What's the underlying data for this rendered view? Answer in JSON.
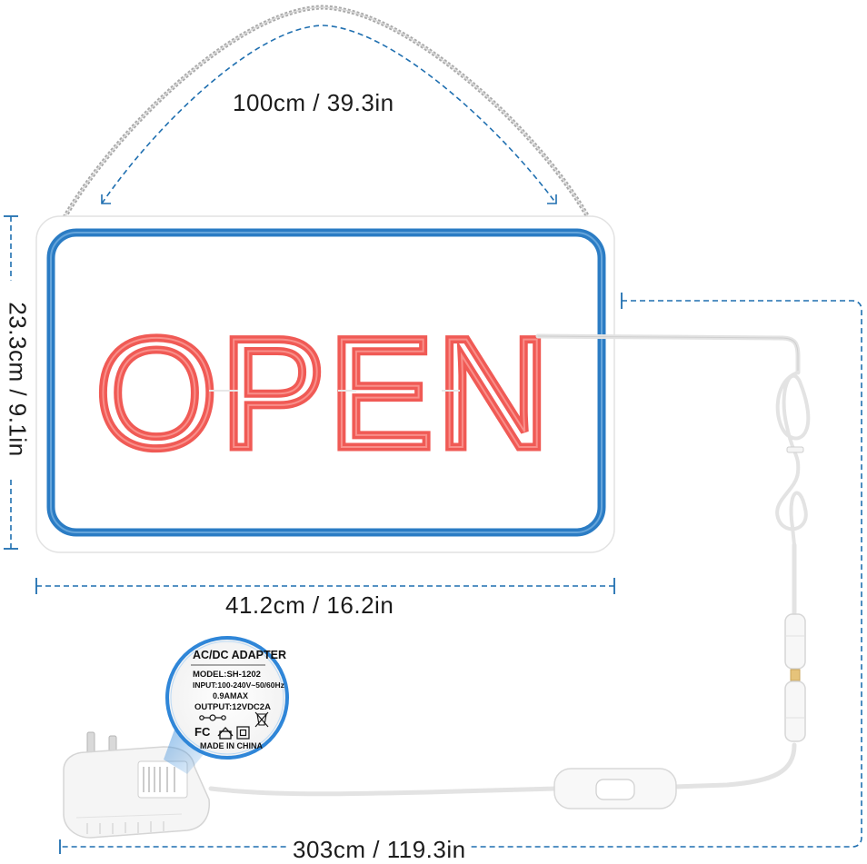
{
  "dimensions": {
    "chain_length": "100cm / 39.3in",
    "sign_height": "23.3cm / 9.1in",
    "sign_width": "41.2cm / 16.2in",
    "cable_length": "303cm / 119.3in"
  },
  "sign": {
    "text": "OPEN",
    "text_color": "#f05a55",
    "border_color": "#2b7cc4",
    "backing_color": "#ffffff"
  },
  "adapter_label": {
    "title": "AC/DC ADAPTER",
    "model": "MODEL:SH-1202",
    "input": "INPUT:100-240V~50/60Hz",
    "current": "0.9AMAX",
    "output": "OUTPUT:12VDC2A",
    "origin": "MADE IN CHINA",
    "icons": [
      "polarity-icon",
      "fcc-mark-icon",
      "indoor-use-icon",
      "double-insulation-icon",
      "weee-bin-icon"
    ]
  },
  "colors": {
    "dimension_line": "#1f6fb0",
    "label_ring": "#2f86d8",
    "chain": "#9a9a9a",
    "cable": "#e6e6e6"
  }
}
